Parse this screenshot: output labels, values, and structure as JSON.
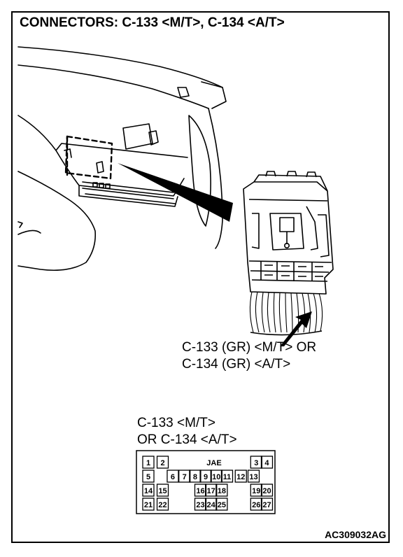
{
  "title": "CONNECTORS: C-133 <M/T>, C-134 <A/T>",
  "callout": {
    "line1": "C-133 (GR) <M/T> OR",
    "line2": "C-134 (GR) <A/T>"
  },
  "connector_label": {
    "line1": "C-133 <M/T>",
    "line2": "OR C-134 <A/T>"
  },
  "pinout": {
    "jae": "JAE",
    "pins": [
      "1",
      "2",
      "3",
      "4",
      "5",
      "6",
      "7",
      "8",
      "9",
      "10",
      "11",
      "12",
      "13",
      "14",
      "15",
      "16",
      "17",
      "18",
      "19",
      "20",
      "21",
      "22",
      "23",
      "24",
      "25",
      "26",
      "27"
    ]
  },
  "figure_code": "AC309032AG"
}
